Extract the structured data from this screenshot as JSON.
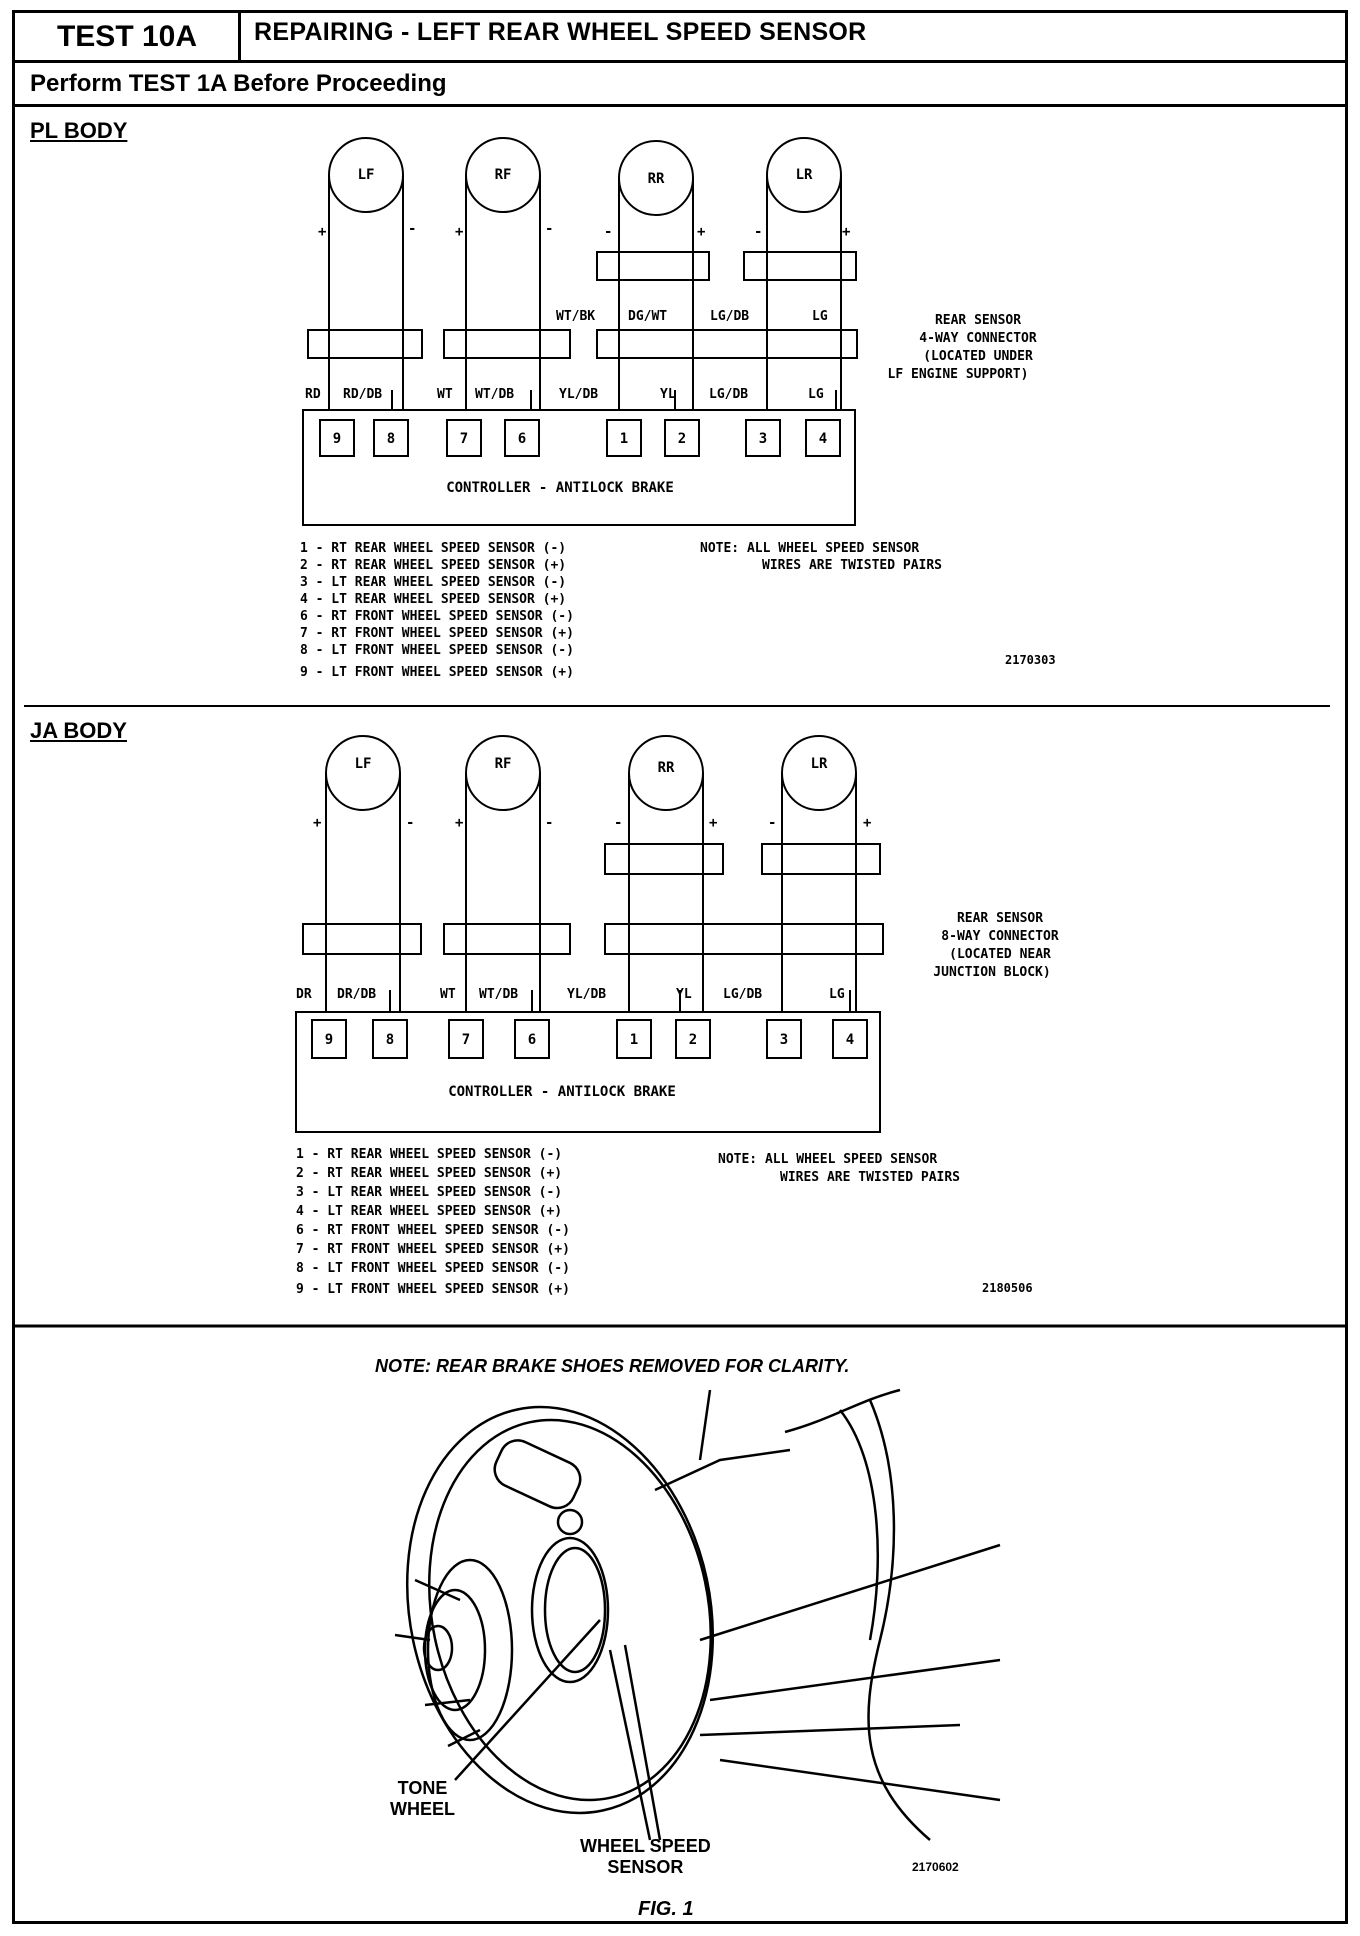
{
  "header": {
    "test_id": "TEST 10A",
    "title": "REPAIRING - LEFT REAR WHEEL SPEED SENSOR",
    "perform": "Perform TEST 1A Before Proceeding"
  },
  "pl_body": {
    "label": "PL BODY",
    "sensors": [
      "LF",
      "RF",
      "RR",
      "LR"
    ],
    "wire_colors_top": [
      "WT/BK",
      "DG/WT",
      "LG/DB",
      "LG"
    ],
    "wire_colors_bottom": [
      "RD",
      "RD/DB",
      "WT",
      "WT/DB",
      "YL/DB",
      "YL",
      "LG/DB",
      "LG"
    ],
    "pins": [
      "9",
      "8",
      "7",
      "6",
      "1",
      "2",
      "3",
      "4"
    ],
    "controller": "CONTROLLER - ANTILOCK BRAKE",
    "connector_label": [
      "REAR SENSOR",
      "4-WAY CONNECTOR",
      "(LOCATED UNDER",
      "LF ENGINE SUPPORT)"
    ],
    "legend": [
      "1 - RT REAR WHEEL SPEED SENSOR (-)",
      "2 - RT REAR WHEEL SPEED SENSOR (+)",
      "3 - LT REAR WHEEL SPEED SENSOR (-)",
      "4 - LT REAR WHEEL SPEED SENSOR (+)",
      "6 - RT FRONT WHEEL SPEED SENSOR (-)",
      "7 - RT FRONT WHEEL SPEED SENSOR (+)",
      "8 - LT FRONT WHEEL SPEED SENSOR (-)",
      "9 - LT FRONT WHEEL SPEED SENSOR (+)"
    ],
    "note": [
      "NOTE: ALL WHEEL SPEED SENSOR",
      "WIRES ARE TWISTED PAIRS"
    ],
    "fig_number": "2170303"
  },
  "ja_body": {
    "label": "JA BODY",
    "sensors": [
      "LF",
      "RF",
      "RR",
      "LR"
    ],
    "wire_colors_bottom": [
      "DR",
      "DR/DB",
      "WT",
      "WT/DB",
      "YL/DB",
      "YL",
      "LG/DB",
      "LG"
    ],
    "pins": [
      "9",
      "8",
      "7",
      "6",
      "1",
      "2",
      "3",
      "4"
    ],
    "controller": "CONTROLLER - ANTILOCK BRAKE",
    "connector_label": [
      "REAR SENSOR",
      "8-WAY CONNECTOR",
      "(LOCATED NEAR",
      "JUNCTION BLOCK)"
    ],
    "legend": [
      "1 - RT REAR WHEEL SPEED SENSOR (-)",
      "2 - RT REAR WHEEL SPEED SENSOR (+)",
      "3 - LT REAR WHEEL SPEED SENSOR (-)",
      "4 - LT REAR WHEEL SPEED SENSOR (+)",
      "6 - RT FRONT WHEEL SPEED SENSOR (-)",
      "7 - RT FRONT WHEEL SPEED SENSOR (+)",
      "8 - LT FRONT WHEEL SPEED SENSOR (-)",
      "9 - LT FRONT WHEEL SPEED SENSOR (+)"
    ],
    "note": [
      "NOTE: ALL WHEEL SPEED SENSOR",
      "WIRES ARE TWISTED PAIRS"
    ],
    "fig_number": "2180506"
  },
  "figure": {
    "note": "NOTE:  REAR BRAKE SHOES REMOVED FOR CLARITY.",
    "tone_wheel": [
      "TONE",
      "WHEEL"
    ],
    "wheel_speed_sensor": [
      "WHEEL SPEED",
      "SENSOR"
    ],
    "fig_number": "2170602",
    "caption": "FIG. 1"
  }
}
